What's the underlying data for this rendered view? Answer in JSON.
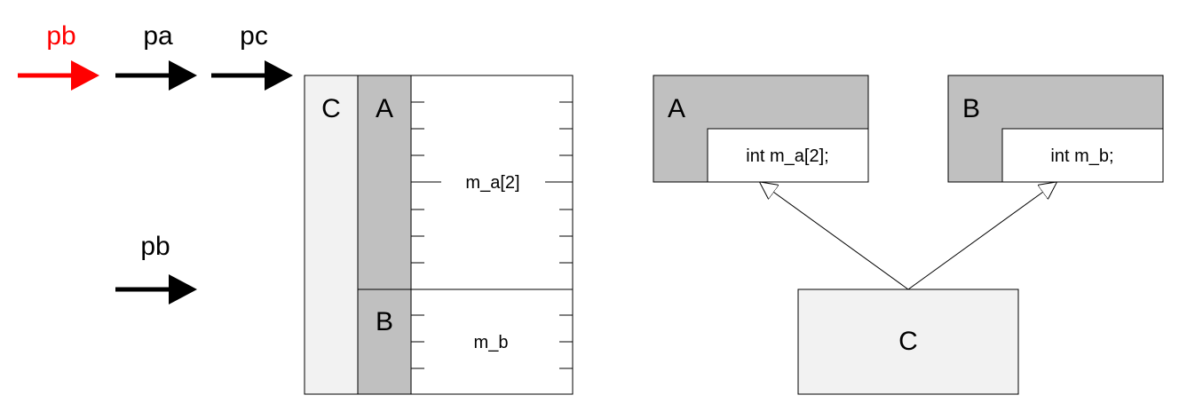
{
  "pointers": {
    "top": [
      {
        "label": "pb",
        "color": "#ff0000"
      },
      {
        "label": "pa",
        "color": "#000000"
      },
      {
        "label": "pc",
        "color": "#000000"
      }
    ],
    "bottom": {
      "label": "pb",
      "color": "#000000"
    }
  },
  "memory_layout": {
    "outer_class": "C",
    "base_a": "A",
    "base_b": "B",
    "field_a": "m_a[2]",
    "field_b": "m_b"
  },
  "class_diagram": {
    "class_a": {
      "name": "A",
      "member": "int m_a[2];"
    },
    "class_b": {
      "name": "B",
      "member": "int m_b;"
    },
    "class_c": {
      "name": "C"
    }
  },
  "colors": {
    "gray_fill": "#c0c0c0",
    "light_fill": "#f2f2f2",
    "highlight": "#ff0000"
  }
}
